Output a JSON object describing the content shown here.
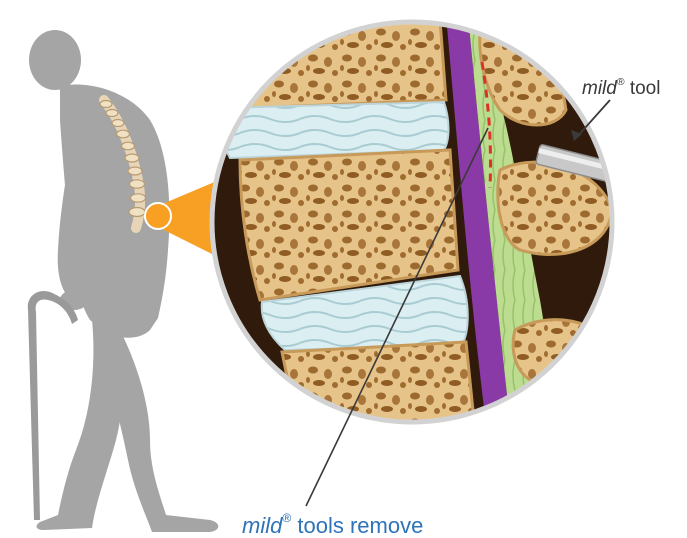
{
  "labels": {
    "tool": {
      "brand": "mild",
      "mark": "®",
      "text": " tool"
    },
    "bottom": {
      "brand": "mild",
      "mark": "®",
      "text": " tools remove"
    }
  },
  "colors": {
    "silhouette": "#a5a5a5",
    "bone": "#e9c98e",
    "bone_pore": "#9c6a2e",
    "disc": "#d8e9ec",
    "ligament": "#8a3aa6",
    "canal_green": "#b9d98a",
    "canal_dark": "#4a2710",
    "highlight_orange": "#f7a024",
    "cut_line": "#e0302a",
    "label_blue": "#2f73b8"
  },
  "icons": [
    "person-silhouette",
    "cane",
    "spine",
    "magnifier-circle",
    "mild-tool-probe"
  ]
}
